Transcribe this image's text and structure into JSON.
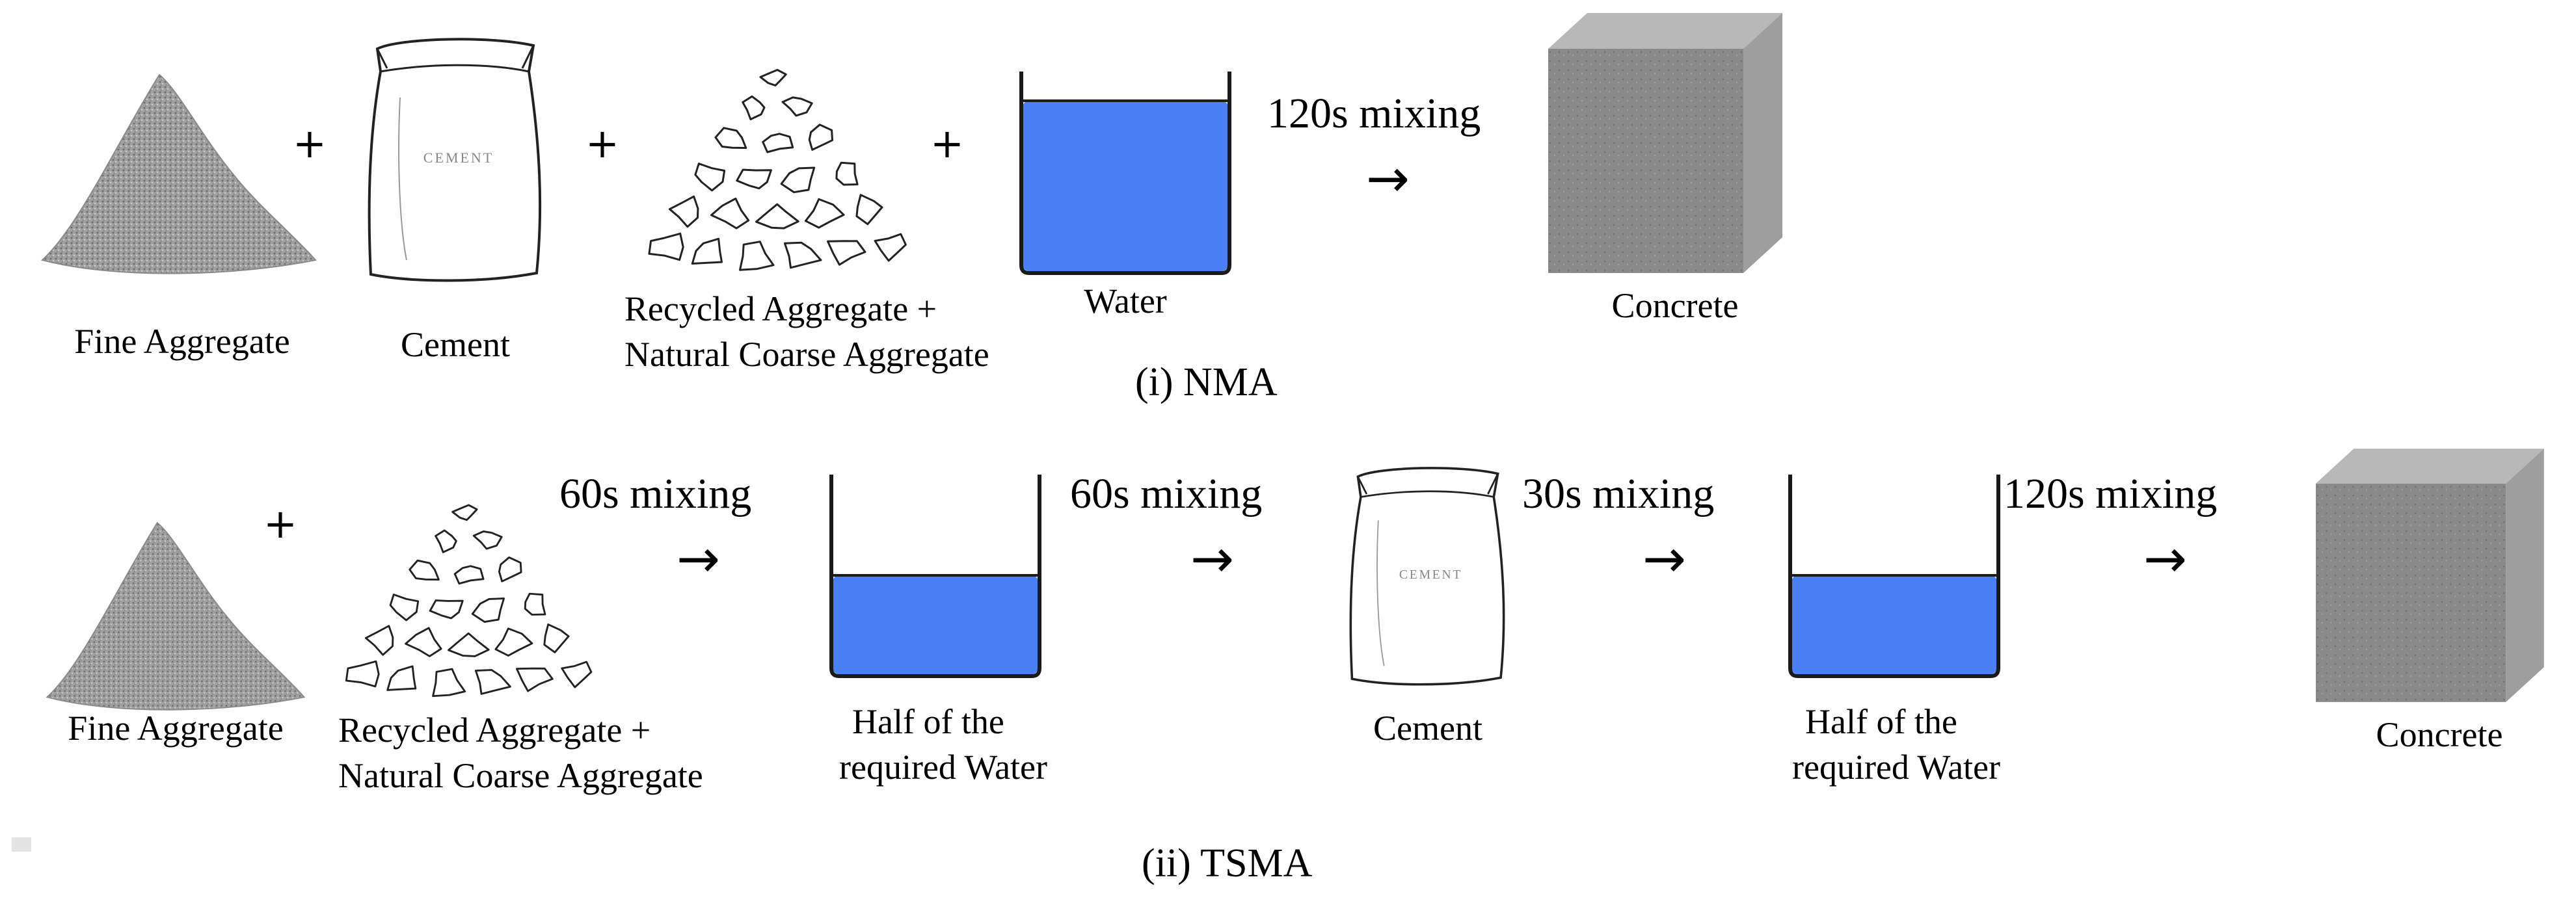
{
  "nma": {
    "caption": "(i) NMA",
    "items": {
      "fine_aggregate": "Fine Aggregate",
      "cement": "Cement",
      "cement_bag_text": "CEMENT",
      "recycled_line1": "Recycled Aggregate +",
      "recycled_line2": "Natural Coarse Aggregate",
      "water": "Water",
      "concrete": "Concrete"
    },
    "plus": "+",
    "mixing": "120s mixing",
    "arrow": "→"
  },
  "tsma": {
    "caption": "(ii) TSMA",
    "items": {
      "fine_aggregate": "Fine Aggregate",
      "recycled_line1": "Recycled Aggregate +",
      "recycled_line2": "Natural Coarse Aggregate",
      "half_water_1_line1": "Half of the",
      "half_water_1_line2": "required Water",
      "cement": "Cement",
      "cement_bag_text": "CEMENT",
      "half_water_2_line1": "Half of the",
      "half_water_2_line2": "required Water",
      "concrete": "Concrete"
    },
    "plus": "+",
    "steps": [
      {
        "mixing": "60s mixing",
        "arrow": "→"
      },
      {
        "mixing": "60s mixing",
        "arrow": "→"
      },
      {
        "mixing": "30s mixing",
        "arrow": "→"
      },
      {
        "mixing": "120s mixing",
        "arrow": "→"
      }
    ]
  },
  "colors": {
    "water": "#4a7ff5",
    "container_outline": "#1a1a1a",
    "concrete_front": "#8a8a8a",
    "concrete_top": "#b8b8b8",
    "concrete_side": "#9e9e9e",
    "aggregate": "#8c8c8c"
  }
}
